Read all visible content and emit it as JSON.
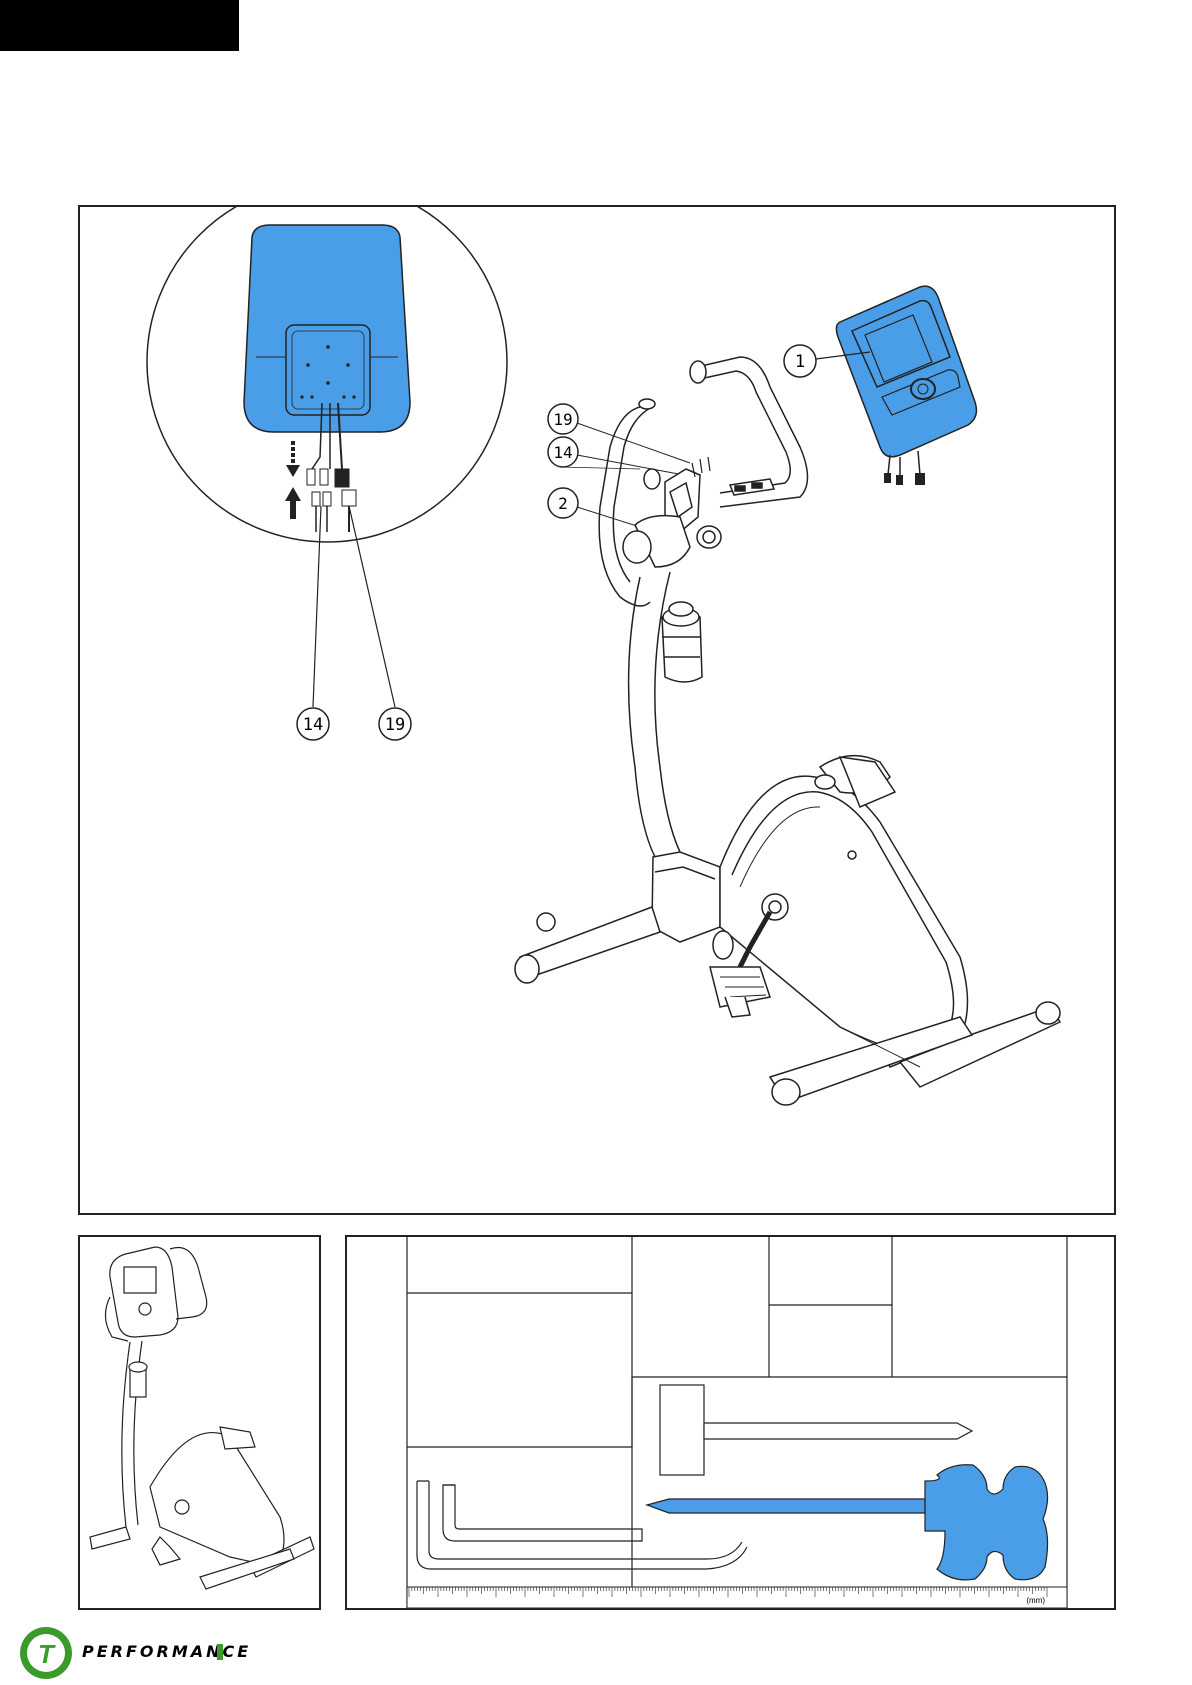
{
  "callouts": {
    "detail_14": "14",
    "detail_19": "19",
    "main_1": "1",
    "main_2": "2",
    "main_14": "14",
    "main_19": "19"
  },
  "colors": {
    "part_blue": "#4a9ee8",
    "logo_green": "#3a9a2a",
    "line": "#222222"
  },
  "footer": {
    "brand": "PERFORMANCE",
    "logo_letter": "T"
  },
  "ruler": {
    "unit_label": "(mm)"
  }
}
